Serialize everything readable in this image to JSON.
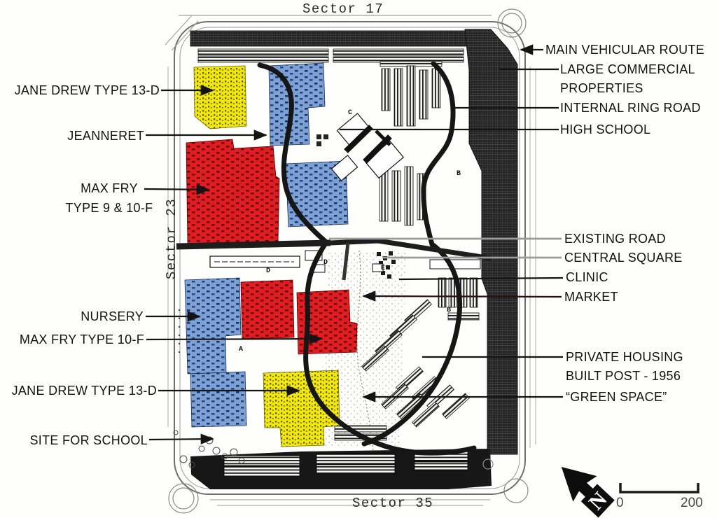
{
  "sectors": {
    "top": "Sector 17",
    "left": "Sector 23",
    "bottom": "Sector 35"
  },
  "labels": {
    "jane_drew_top": "JANE DREW TYPE 13-D",
    "jeanneret": "JEANNERET",
    "max_fry_line1": "MAX FRY",
    "max_fry_line2": "TYPE 9 & 10-F",
    "nursery": "NURSERY",
    "max_fry_10f": "MAX FRY TYPE 10-F",
    "jane_drew_bottom": "JANE DREW TYPE 13-D",
    "site_for_school": "SITE FOR SCHOOL",
    "main_vehicular_route": "MAIN VEHICULAR ROUTE",
    "large_commercial_line1": "LARGE COMMERCIAL",
    "large_commercial_line2": "PROPERTIES",
    "internal_ring_road": "INTERNAL RING ROAD",
    "high_school": "HIGH SCHOOL",
    "existing_road": "EXISTING ROAD",
    "central_square": "CENTRAL SQUARE",
    "clinic": "CLINIC",
    "market": "MARKET",
    "private_housing_line1": "PRIVATE HOUSING",
    "private_housing_line2": "BUILT POST - 1956",
    "green_space": "“GREEN SPACE”"
  },
  "map_letters": {
    "a": "A",
    "b": "B",
    "c": "C",
    "d": "D",
    "e": "E"
  },
  "compass": {
    "n": "N"
  },
  "scale": {
    "start": "0",
    "end": "200"
  },
  "colors": {
    "housing_yellow": "#f3e908",
    "housing_blue": "#7da1d5",
    "housing_red": "#e01d22",
    "leader_gray": "#9b9b9b",
    "market_leader": "#2a0f12",
    "ink": "#141414"
  }
}
